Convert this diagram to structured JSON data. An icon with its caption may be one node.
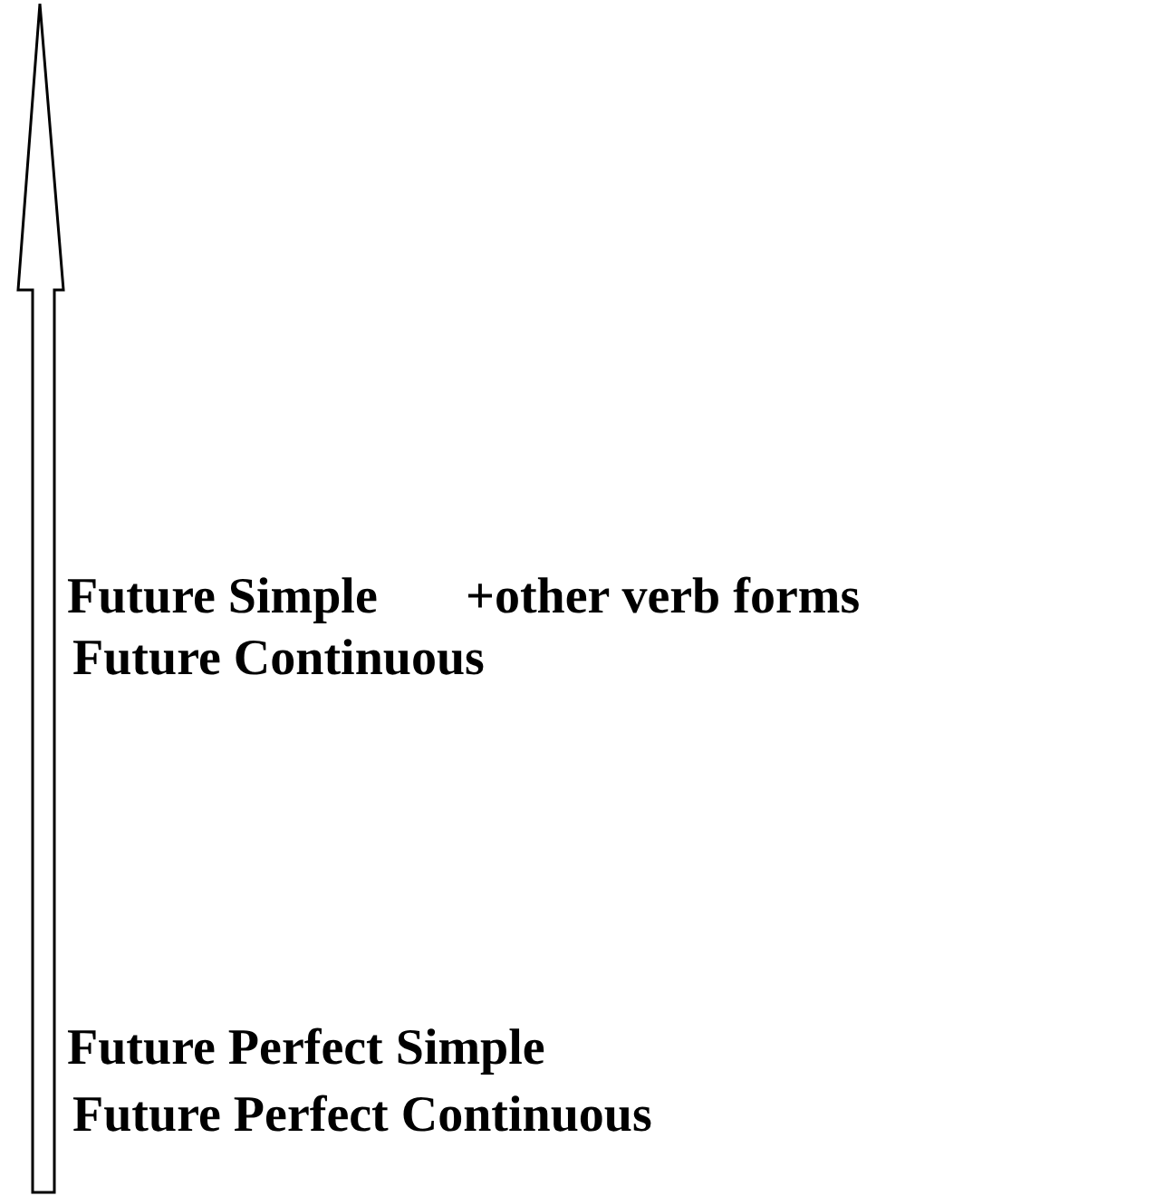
{
  "diagram": {
    "labels": [
      "Future Simple",
      "+other verb forms",
      "Future Continuous",
      "Future Perfect Simple",
      "Future Perfect Continuous"
    ]
  }
}
